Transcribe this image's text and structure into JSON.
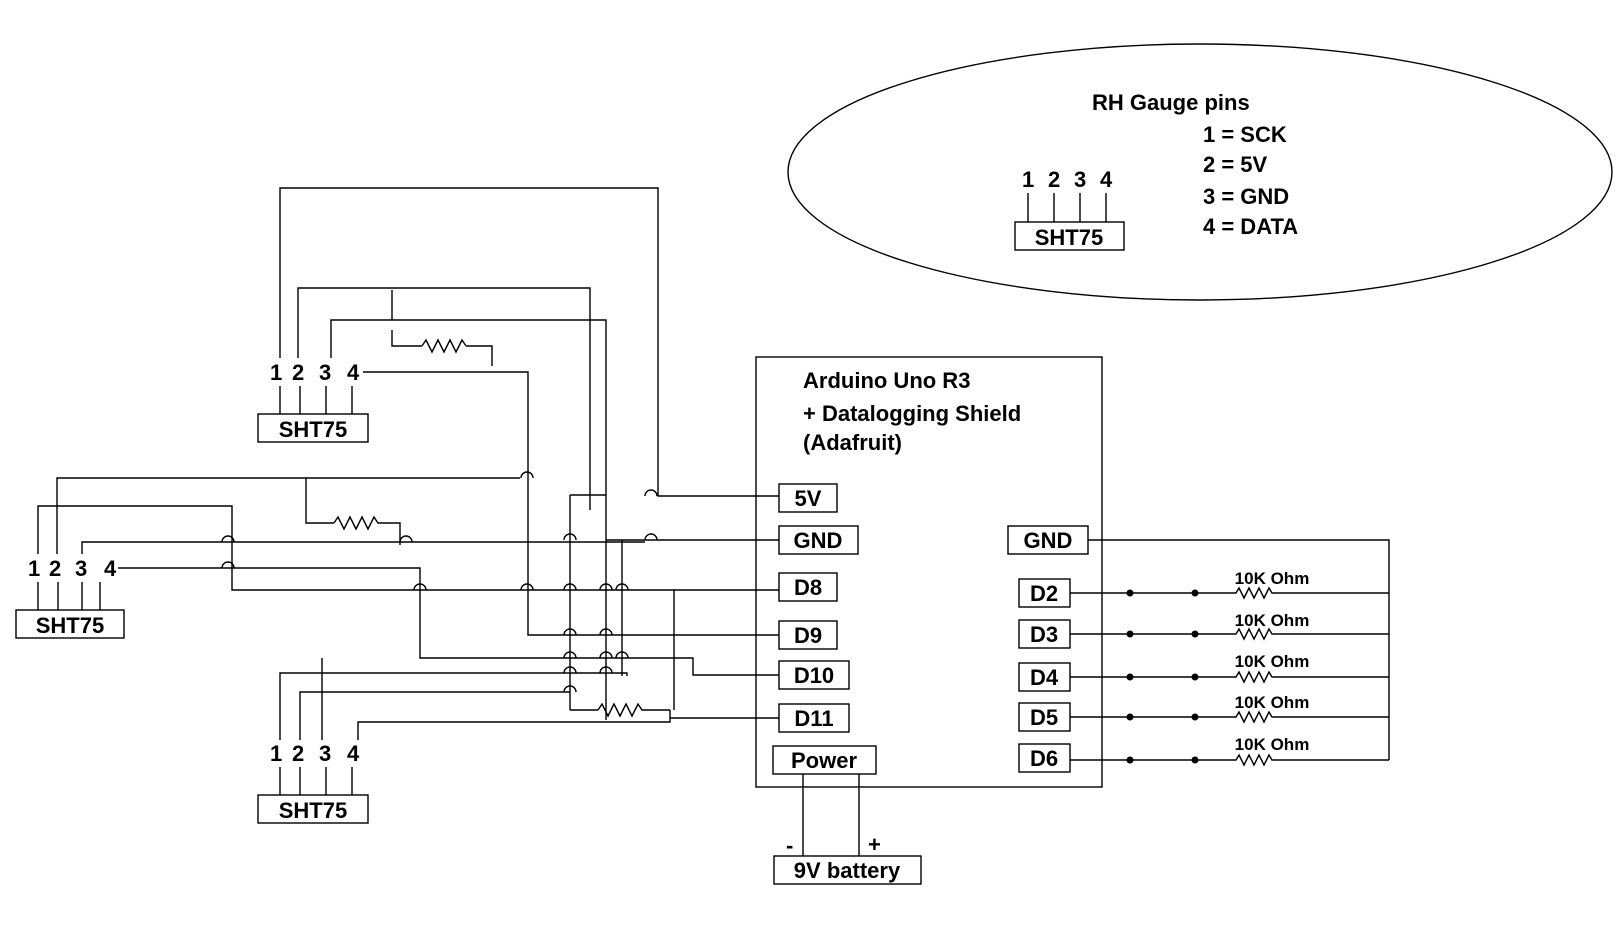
{
  "legend": {
    "title": "RH Gauge pins",
    "pins": [
      "1 = SCK",
      "2 = 5V",
      "3 =  GND",
      "4 = DATA"
    ],
    "sensor": "SHT75",
    "pin_numbers": [
      "1",
      "2",
      "3",
      "4"
    ]
  },
  "sensors": [
    {
      "label": "SHT75",
      "pin_numbers": [
        "1",
        "2",
        "3",
        "4"
      ]
    },
    {
      "label": "SHT75",
      "pin_numbers": [
        "1",
        "2",
        "3",
        "4"
      ]
    },
    {
      "label": "SHT75",
      "pin_numbers": [
        "1",
        "2",
        "3",
        "4"
      ]
    }
  ],
  "arduino": {
    "title_line1": "Arduino Uno R3",
    "title_line2": "+ Datalogging Shield",
    "title_line3": "(Adafruit)",
    "left_pins": [
      "5V",
      "GND",
      "D8",
      "D9",
      "D10",
      "D11"
    ],
    "power": "Power",
    "right_gnd": "GND",
    "right_pins": [
      "D2",
      "D3",
      "D4",
      "D5",
      "D6"
    ]
  },
  "resistor_label": "10K Ohm",
  "battery": {
    "label": "9V battery",
    "minus": "-",
    "plus": "+"
  }
}
